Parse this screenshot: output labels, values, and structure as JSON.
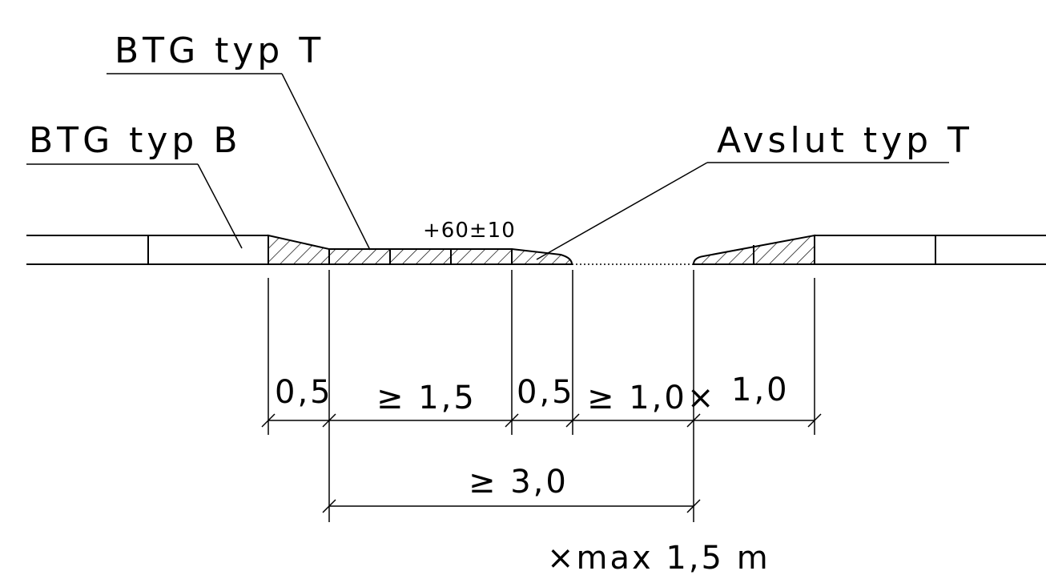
{
  "labels": {
    "btg_typ_t": "BTG typ T",
    "btg_typ_b": "BTG typ B",
    "avslut_typ_t": "Avslut typ T",
    "height": "+60±10"
  },
  "dimensions": {
    "d1": "0,5",
    "d2": "≥ 1,5",
    "d3": "0,5",
    "d4": "≥ 1,0×",
    "d5": "1,0",
    "total": "≥ 3,0"
  },
  "note": "×max 1,5 m"
}
